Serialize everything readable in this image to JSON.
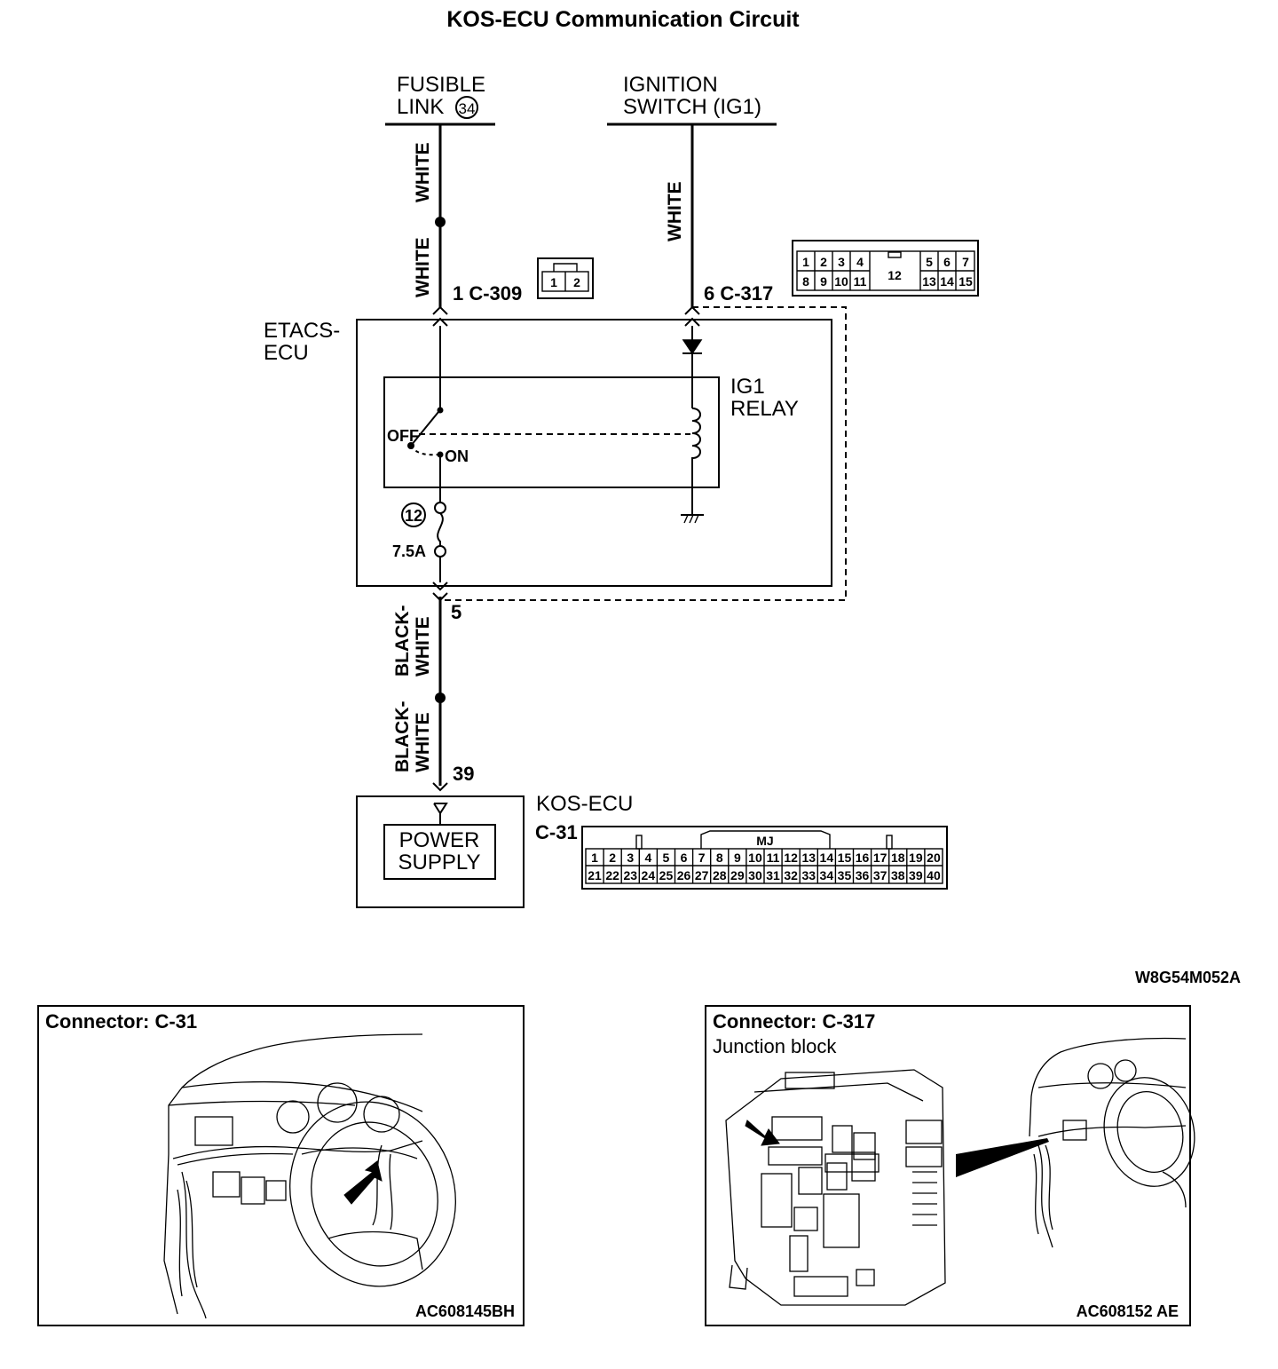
{
  "title": "KOS-ECU Communication Circuit",
  "sources": {
    "fusible_link": {
      "line1": "FUSIBLE",
      "line2": "LINK",
      "number": "34"
    },
    "ignition_switch": {
      "line1": "IGNITION",
      "line2": "SWITCH (IG1)"
    }
  },
  "wires": {
    "white_1": "WHITE",
    "white_2": "WHITE",
    "white_3": "WHITE",
    "black_white_1": {
      "line1": "BLACK-",
      "line2": "WHITE"
    },
    "black_white_2": {
      "line1": "BLACK-",
      "line2": "WHITE"
    }
  },
  "connectors": {
    "c309_pin": "1 C-309",
    "c317_pin": "6 C-317",
    "etacs_out_pin": "5",
    "kos_in_pin": "39",
    "c309_cells": [
      "1",
      "2"
    ],
    "c317_top_left": [
      "1",
      "2",
      "3",
      "4"
    ],
    "c317_top_right": [
      "5",
      "6",
      "7"
    ],
    "c317_bottom_left": [
      "8",
      "9",
      "10",
      "11"
    ],
    "c317_bottom_right": [
      "13",
      "14",
      "15"
    ],
    "c317_center": "12",
    "c31_label": "C-31",
    "c31_key": "MJ",
    "c31_row1": [
      "1",
      "2",
      "3",
      "4",
      "5",
      "6",
      "7",
      "8",
      "9",
      "10",
      "11",
      "12",
      "13",
      "14",
      "15",
      "16",
      "17",
      "18",
      "19",
      "20"
    ],
    "c31_row2": [
      "21",
      "22",
      "23",
      "24",
      "25",
      "26",
      "27",
      "28",
      "29",
      "30",
      "31",
      "32",
      "33",
      "34",
      "35",
      "36",
      "37",
      "38",
      "39",
      "40"
    ]
  },
  "etacs": {
    "label_line1": "ETACS-",
    "label_line2": "ECU",
    "relay_line1": "IG1",
    "relay_line2": "RELAY",
    "switch_off": "OFF",
    "switch_on": "ON",
    "fuse_number": "12",
    "fuse_rating": "7.5A"
  },
  "kos_ecu": {
    "label": "KOS-ECU",
    "power_line1": "POWER",
    "power_line2": "SUPPLY"
  },
  "figure_code": "W8G54M052A",
  "panels": {
    "left": {
      "title": "Connector: C-31",
      "code": "AC608145BH"
    },
    "right": {
      "title": "Connector: C-317",
      "subtitle": "Junction block",
      "code": "AC608152 AE"
    }
  }
}
